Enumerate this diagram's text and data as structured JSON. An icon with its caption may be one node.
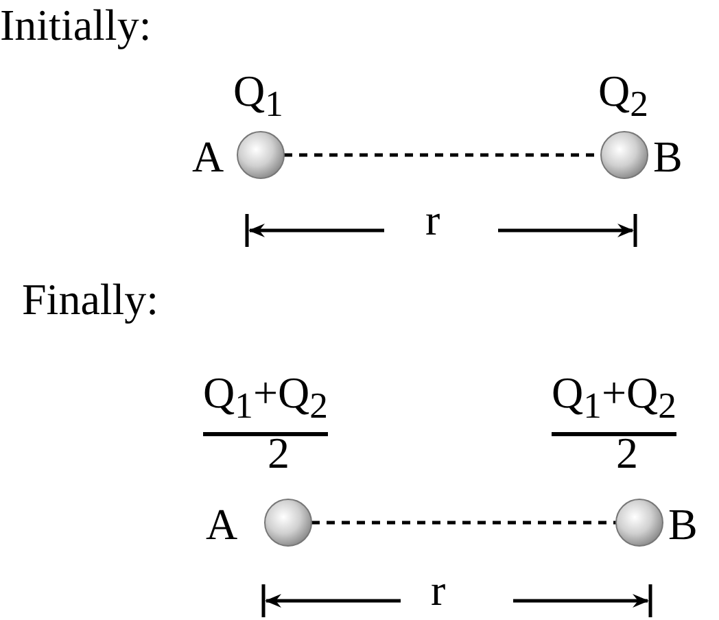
{
  "diagram": {
    "nodes": [
      {
        "text": [],
        "shape": "circle",
        "beside": [
          "Q$_{1}$",
          "A"
        ]
      },
      {
        "text": [],
        "shape": "circle",
        "beside": [
          "Q$_{2}$",
          "B"
        ]
      },
      {
        "text": [],
        "shape": "circle",
        "beside": [
          "Q$_{1}$+Q$_{2}$",
          "2",
          "A"
        ]
      },
      {
        "text": [],
        "shape": "circle",
        "beside": [
          "Q$_{1}$+Q$_{2}$",
          "2",
          "B"
        ]
      }
    ],
    "edges": [
      {
        "from": 0,
        "to": 1,
        "arrow": "none",
        "style": "dashed"
      },
      {
        "from": 2,
        "to": 3,
        "arrow": "none",
        "style": "dashed"
      }
    ],
    "labels": [
      "Initially:",
      "r",
      "Finally:",
      "r"
    ]
  }
}
